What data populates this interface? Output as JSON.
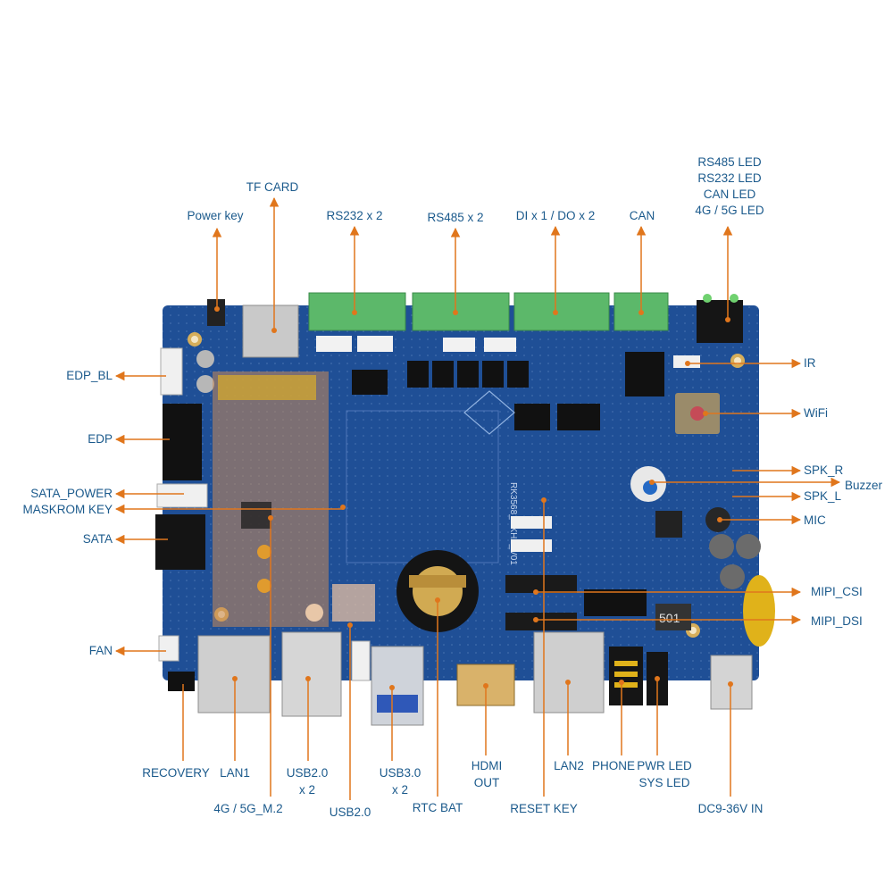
{
  "labels": {
    "power_key": "Power key",
    "tf_card": "TF CARD",
    "rs232": "RS232 x 2",
    "rs485": "RS485 x 2",
    "dio": "DI x 1 / DO x 2",
    "can": "CAN",
    "led_rs485": "RS485 LED",
    "led_rs232": "RS232 LED",
    "led_can": "CAN LED",
    "led_4g5g": "4G / 5G LED",
    "edp_bl": "EDP_BL",
    "edp": "EDP",
    "sata_power": "SATA_POWER",
    "maskrom_key": "MASKROM  KEY",
    "sata": "SATA",
    "fan": "FAN",
    "ir": "IR",
    "wifi": "WiFi",
    "spk_r": "SPK_R",
    "buzzer": "Buzzer",
    "spk_l": "SPK_L",
    "mic": "MIC",
    "mipi_csi": "MIPI_CSI",
    "mipi_dsi": "MIPI_DSI",
    "recovery": "RECOVERY",
    "lan1": "LAN1",
    "usb20x2_a": "USB2.0",
    "usb20x2_b": "x 2",
    "m2": "4G / 5G_M.2",
    "usb20": "USB2.0",
    "usb30_a": "USB3.0",
    "usb30_b": "x 2",
    "rtc_bat": "RTC BAT",
    "hdmi_a": "HDMI",
    "hdmi_b": "OUT",
    "reset_key": "RESET KEY",
    "lan2": "LAN2",
    "phone": "PHONE",
    "pwr_led": "PWR LED",
    "sys_led": "SYS LED",
    "dc_in": "DC9-36V IN"
  },
  "board": {
    "silkscreen_model": "RK3568_GKHZ_V01",
    "silkscreen_inductor": "501"
  },
  "colors": {
    "label_text": "#1b5a8c",
    "callout_line": "#e0761c",
    "pcb": "#1f4f96",
    "terminal_green": "#5cb86a"
  }
}
